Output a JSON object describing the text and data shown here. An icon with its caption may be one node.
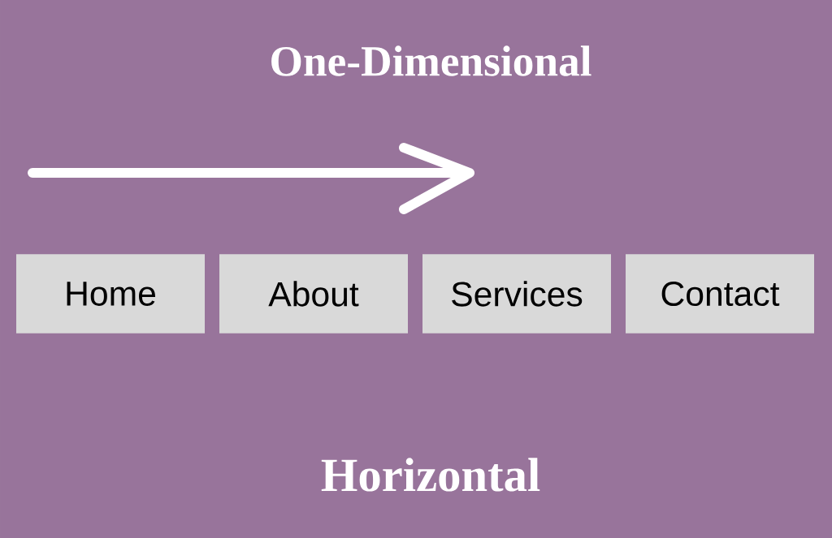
{
  "diagram": {
    "title": "One-Dimensional",
    "nodes": [
      {
        "text": [
          "Home"
        ]
      },
      {
        "text": [
          "About"
        ]
      },
      {
        "text": [
          "Services"
        ]
      },
      {
        "text": [
          "Contact"
        ]
      }
    ],
    "labels": [
      "Horizontal"
    ]
  }
}
